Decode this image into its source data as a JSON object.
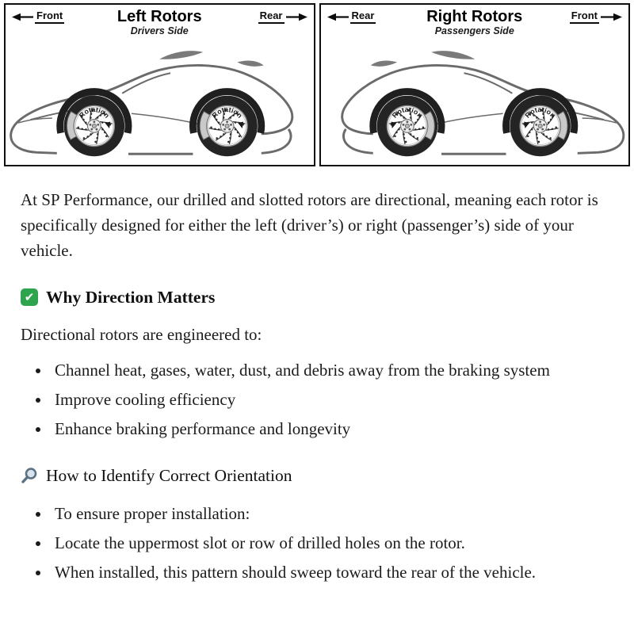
{
  "diagram": {
    "panels": [
      {
        "title": "Left Rotors",
        "subtitle": "Drivers Side",
        "left_label": "Front",
        "right_label": "Rear",
        "rotation_label": "Rotation",
        "facing": "left"
      },
      {
        "title": "Right Rotors",
        "subtitle": "Passengers Side",
        "left_label": "Rear",
        "right_label": "Front",
        "rotation_label": "Rotation",
        "facing": "right"
      }
    ]
  },
  "content": {
    "intro": "At SP Performance, our drilled and slotted rotors are directional, meaning each rotor is specifically designed for either the left (driver’s) or right (passenger’s) side of your vehicle.",
    "sections": [
      {
        "icon": "check-icon",
        "icon_glyph": "✔",
        "title": "Why Direction Matters",
        "lead": "Directional rotors are engineered to:",
        "bullets": [
          "Channel heat, gases, water, dust, and debris away from the braking system",
          "Improve cooling efficiency",
          "Enhance braking performance and longevity"
        ]
      },
      {
        "icon": "magnifier-icon",
        "title": "How to Identify Correct Orientation",
        "bullets": [
          "To ensure proper installation:",
          "Locate the uppermost slot or row of drilled holes on the rotor.",
          "When installed, this pattern should sweep toward the rear of the vehicle."
        ]
      }
    ],
    "colors": {
      "check_green": "#2fa44f",
      "magnifier_steel": "#5b7282"
    }
  }
}
